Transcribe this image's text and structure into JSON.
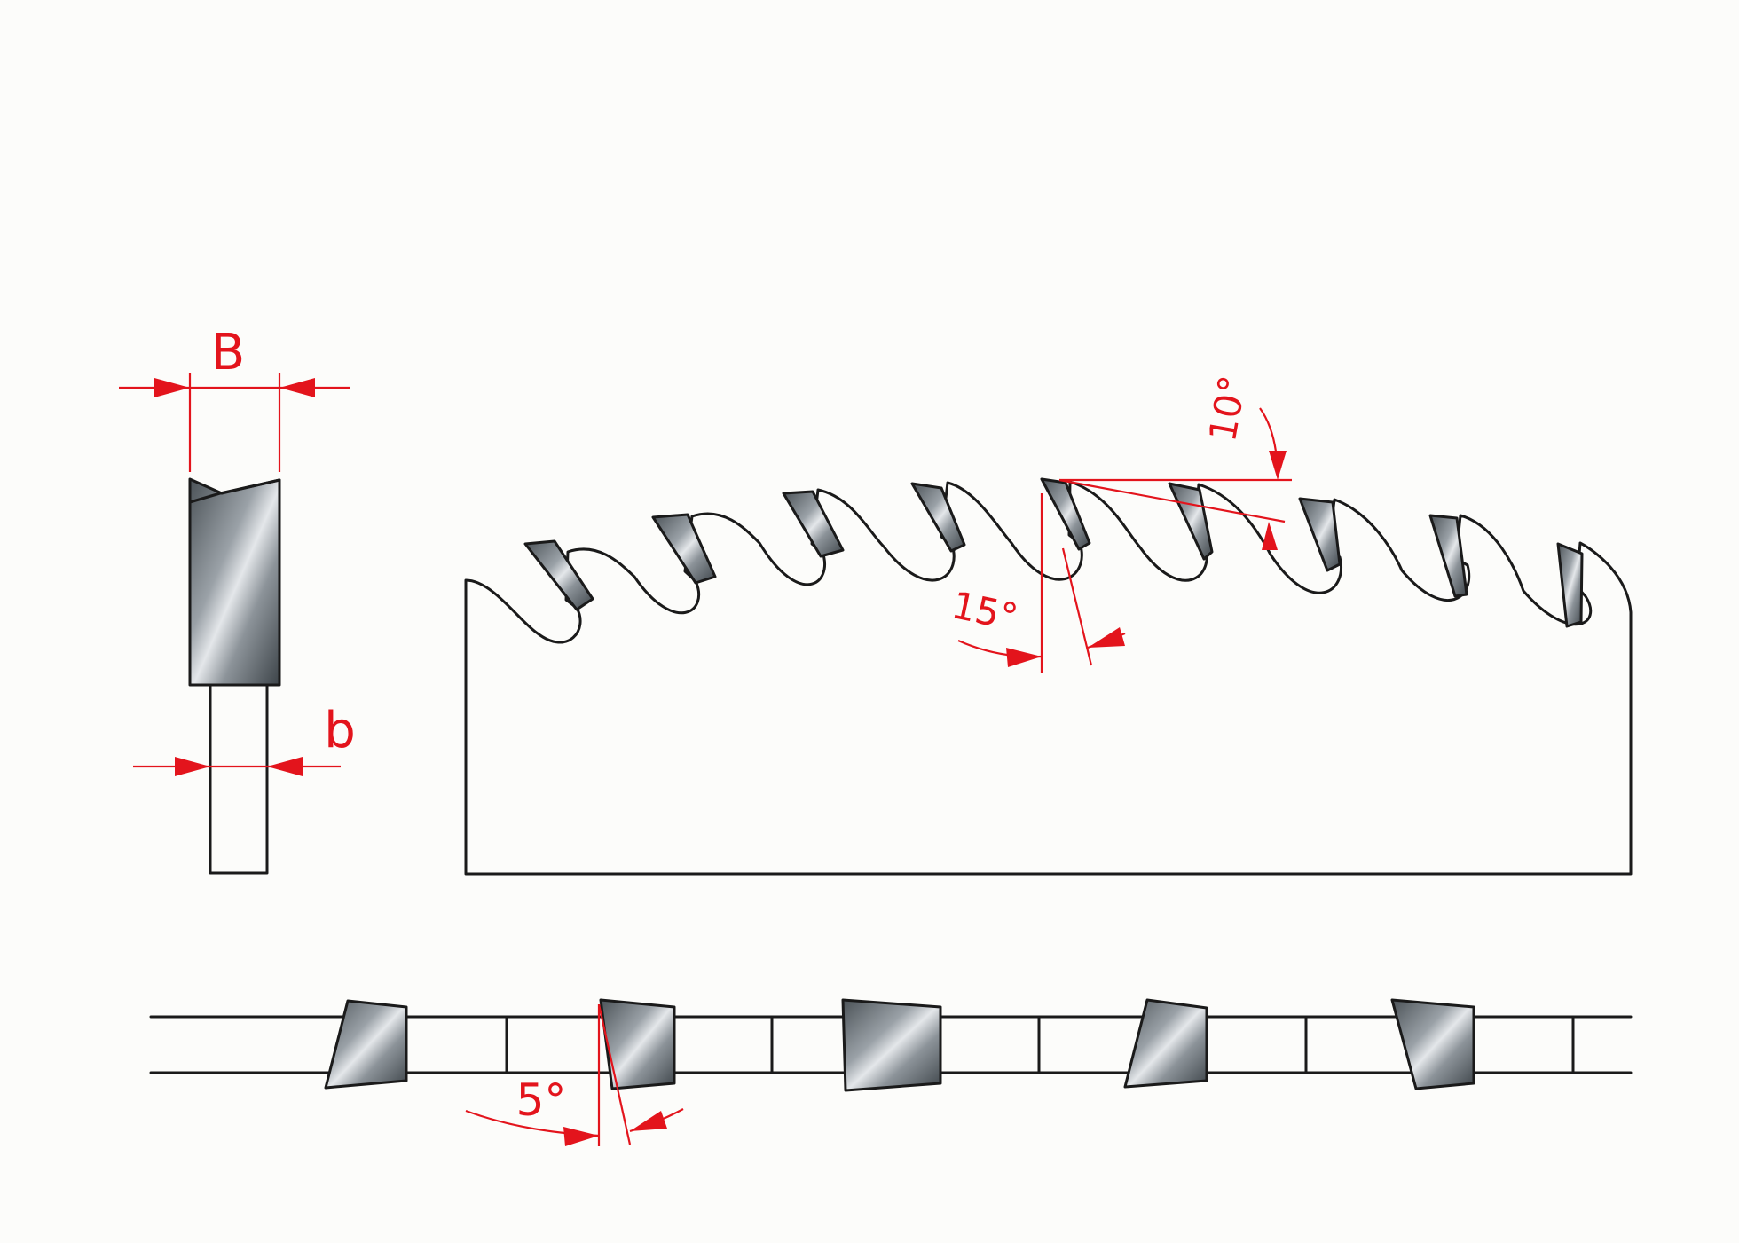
{
  "colors": {
    "outline": "#1a1a1a",
    "dimension": "#e3141c",
    "background": "#fcfcfa",
    "carbide_light": "#e4e7ea",
    "carbide_dark": "#4b5257"
  },
  "labels": {
    "width_B": "B",
    "width_b": "b",
    "angle_10": "10°",
    "angle_15": "15°",
    "angle_5": "5°"
  }
}
